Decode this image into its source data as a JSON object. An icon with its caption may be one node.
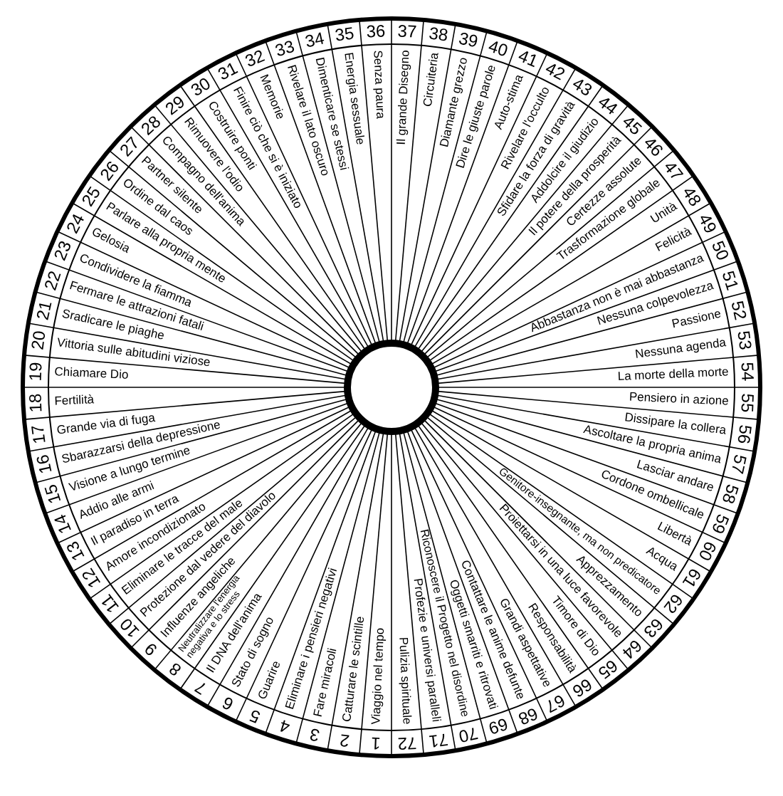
{
  "diagram": {
    "labels": [
      "1",
      "Viaggio nel tempo",
      "2",
      "Catturare le scintille",
      "3",
      "Fare miracoli",
      "4",
      "Eliminare i pensieri negativi",
      "5",
      "Guarire",
      "6",
      "Stato di sogno",
      "7",
      "Il DNA dell'anima",
      "8",
      "Neutralizzare l'energia negativa e lo stress",
      "9",
      "Influenze angeliche",
      "10",
      "Protezione dal vedere del diavolo",
      "11",
      "Eliminare le tracce del male",
      "12",
      "Amore incondizionato",
      "13",
      "Il paradiso in terra",
      "14",
      "Addio alle armi",
      "15",
      "Visione a lungo termine",
      "16",
      "Sbarazzarsi della depressione",
      "17",
      "Grande via di fuga",
      "18",
      "Fertilità",
      "19",
      "Chiamare Dio",
      "20",
      "Vittoria sulle abitudini viziose",
      "21",
      "Sradicare le piaghe",
      "22",
      "Fermare le attrazioni fatali",
      "23",
      "Condividere la fiamma",
      "24",
      "Gelosia",
      "25",
      "Parlare alla propria mente",
      "26",
      "Ordine dal caos",
      "27",
      "Partner silente",
      "28",
      "Compagno dell'anima",
      "29",
      "Rimuovere l'odio",
      "30",
      "Costruire ponti",
      "31",
      "Finire ciò che si è iniziato",
      "32",
      "Memorie",
      "33",
      "Rivelare il lato oscuro",
      "34",
      "Dimenticare se stessi",
      "35",
      "Energia sessuale",
      "36",
      "Senza paura",
      "37",
      "Il grande Disegno",
      "38",
      "Circuiteria",
      "39",
      "Diamante grezzo",
      "40",
      "Dire le giuste parole",
      "41",
      "Auto-stima",
      "42",
      "Rivelare l'occulto",
      "43",
      "Sfidare la forza di gravità",
      "44",
      "Addolcire il giudizio",
      "45",
      "Il potere della prosperità",
      "46",
      "Certezze assolute",
      "47",
      "Trasformazione globale",
      "48",
      "Unità",
      "49",
      "Felicità",
      "50",
      "Abbastanza non è mai abbastanza",
      "51",
      "Nessuna colpevolezza",
      "52",
      "Passione",
      "53",
      "Nessuna agenda",
      "54",
      "La morte della morte",
      "55",
      "Pensiero in azione",
      "56",
      "Dissipare la collera",
      "57",
      "Ascoltare la propria anima",
      "58",
      "Lasciar andare",
      "59",
      "Cordone ombellicale",
      "60",
      "Libertà",
      "61",
      "Acqua",
      "62",
      "Genitore-insegnante, ma non predicatore",
      "63",
      "Apprezzamento",
      "64",
      "Proiettarsi in una luce favorevole",
      "65",
      "Timore di Dio",
      "66",
      "Responsabilità",
      "67",
      "Grandi aspettative",
      "68",
      "Contattare le anime defunte",
      "69",
      "Oggetti smarriti e ritrovati",
      "70",
      "Riconoscere il Progetto nel disordine",
      "71",
      "Profezie e universi paralleli",
      "72",
      "Pulizia spirituale"
    ]
  }
}
